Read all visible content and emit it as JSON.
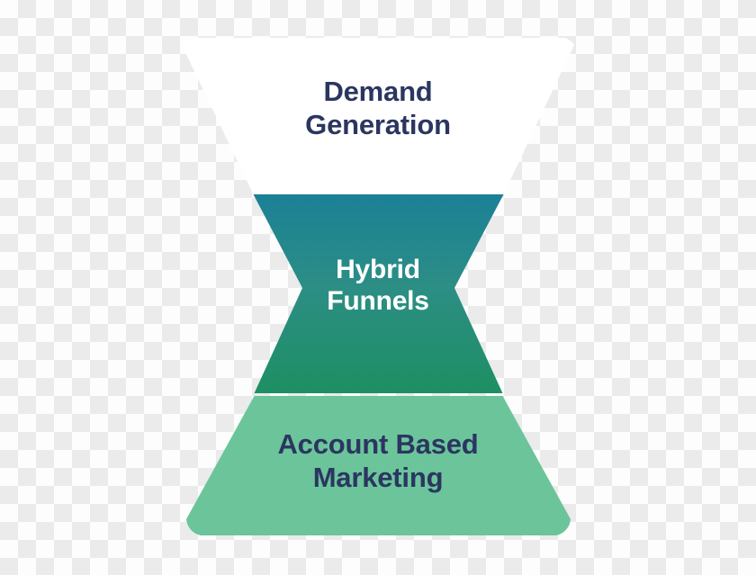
{
  "diagram": {
    "type": "hourglass-funnel",
    "title": "Demand Generation / Hybrid Funnels / Account Based Marketing",
    "background": "transparent-checkerboard",
    "segments": [
      {
        "id": "demand-generation",
        "label": "Demand\nGeneration",
        "shape": "inverted-trapezoid",
        "fill": "#ffffff",
        "text_color": "#2b3660",
        "position": "top"
      },
      {
        "id": "hybrid-funnels",
        "label": "Hybrid\nFunnels",
        "shape": "hourglass-waist",
        "fill_start": "#1b8096",
        "fill_mid": "#2c8e85",
        "fill_end": "#1e8f63",
        "text_color": "#ffffff",
        "position": "middle"
      },
      {
        "id": "account-based-marketing",
        "label": "Account Based\nMarketing",
        "shape": "trapezoid",
        "fill": "#6cc49b",
        "text_color": "#2b3660",
        "position": "bottom"
      }
    ]
  },
  "colors": {
    "navy_text": "#2b3660",
    "white": "#ffffff",
    "teal_top": "#1b8096",
    "teal_mid": "#2c8e85",
    "green_deep": "#1e8f63",
    "green_light": "#6cc49b",
    "checker_light": "#fdfdfd",
    "checker_dark": "#ebebeb"
  }
}
